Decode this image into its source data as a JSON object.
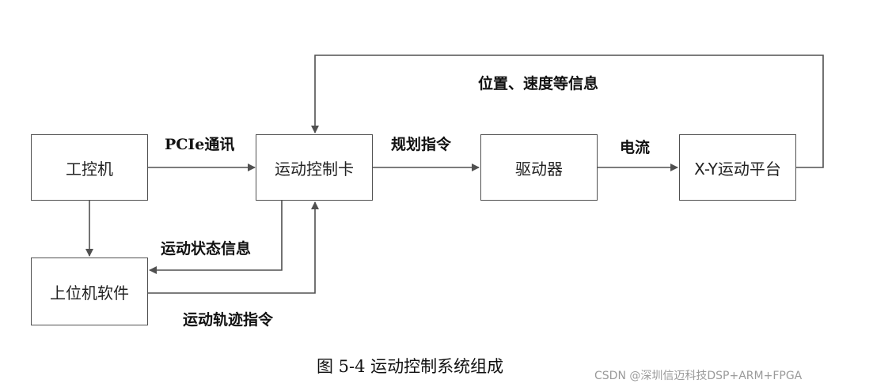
{
  "nodes": {
    "ipc": "工控机",
    "motion_card": "运动控制卡",
    "driver": "驱动器",
    "xy_platform": "X-Y运动平台",
    "host_software": "上位机软件"
  },
  "edges": {
    "pcie": "PCIe通讯",
    "plan_cmd": "规划指令",
    "current": "电流",
    "feedback": "位置、速度等信息",
    "status": "运动状态信息",
    "trajectory": "运动轨迹指令"
  },
  "caption": "图 5-4  运动控制系统组成",
  "watermark": "CSDN @深圳信迈科技DSP+ARM+FPGA",
  "colors": {
    "line": "#505050",
    "text": "#222222"
  }
}
